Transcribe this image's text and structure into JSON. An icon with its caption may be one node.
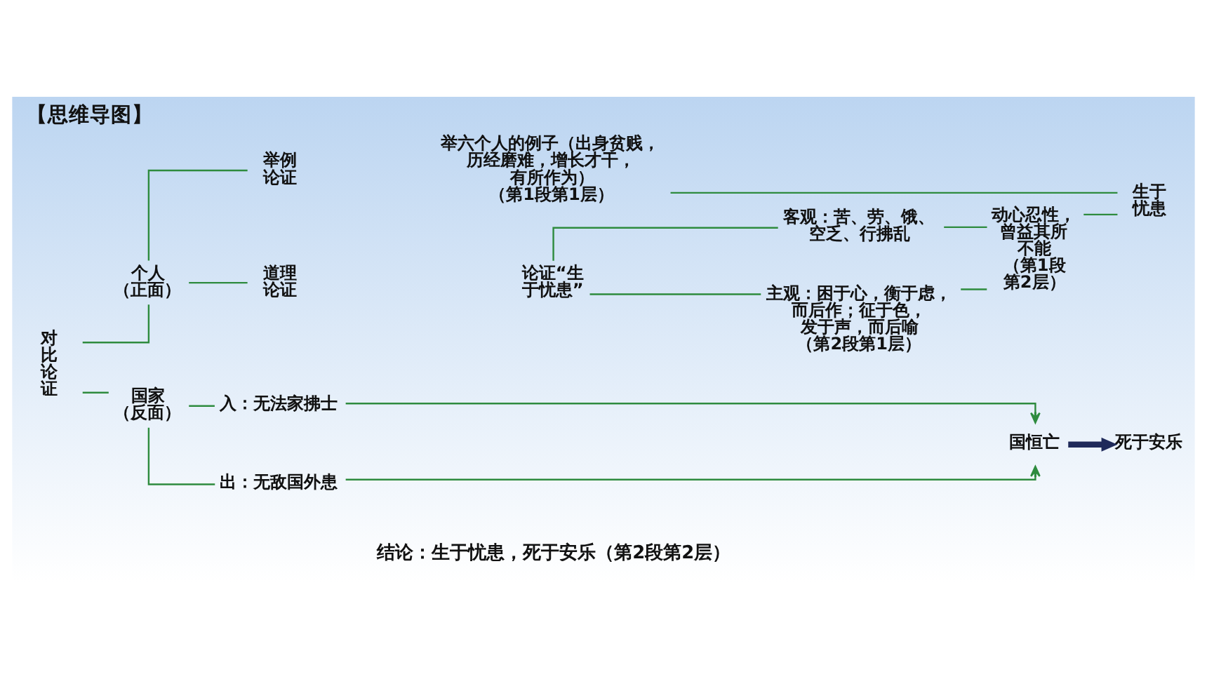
{
  "diagram": {
    "title": "【思维导图】",
    "nodes": [
      {
        "text": [
          "对比论证"
        ]
      },
      {
        "text": [
          "个人（正面）"
        ]
      },
      {
        "text": [
          "举例论证"
        ]
      },
      {
        "text": [
          "举六个人的例子（出身贫贱，历经磨难，增长才干，有所作为）",
          "（第1段第1层）"
        ]
      },
      {
        "text": [
          "道理论证"
        ]
      },
      {
        "text": [
          "论证“生于忧患”"
        ]
      },
      {
        "text": [
          "客观：苦、劳、饿、空乏、行拂乱"
        ]
      },
      {
        "text": [
          "主观：困于心，衡于虑，而后作；征于色，发于声，而后喻",
          "（第2段第1层）"
        ]
      },
      {
        "text": [
          "动心忍性，曾益其所不能",
          "（第1段第2层）"
        ]
      },
      {
        "text": [
          "生于忧患"
        ]
      },
      {
        "text": [
          "国家（反面）"
        ]
      },
      {
        "text": [
          "入：无法家拂士"
        ]
      },
      {
        "text": [
          "出：无敌国外患"
        ]
      },
      {
        "text": [
          "国恒亡"
        ]
      },
      {
        "text": [
          "死于安乐"
        ]
      }
    ],
    "edges": [
      {
        "from": 0,
        "to": 1,
        "arrow": "none"
      },
      {
        "from": 0,
        "to": 10,
        "arrow": "none"
      },
      {
        "from": 1,
        "to": 2,
        "arrow": "none"
      },
      {
        "from": 1,
        "to": 4,
        "arrow": "none"
      },
      {
        "from": 5,
        "to": 6,
        "arrow": "none"
      },
      {
        "from": 5,
        "to": 7,
        "arrow": "none"
      },
      {
        "from": 6,
        "to": 8,
        "arrow": "none"
      },
      {
        "from": 7,
        "to": 8,
        "arrow": "none"
      },
      {
        "from": 3,
        "to": 9,
        "arrow": "none"
      },
      {
        "from": 8,
        "to": 9,
        "arrow": "none"
      },
      {
        "from": 10,
        "to": 11,
        "arrow": "none"
      },
      {
        "from": 10,
        "to": 12,
        "arrow": "none"
      },
      {
        "from": 11,
        "to": 13,
        "arrow": "to"
      },
      {
        "from": 12,
        "to": 13,
        "arrow": "to"
      },
      {
        "from": 13,
        "to": 14,
        "arrow": "to",
        "style": "thick",
        "color": "#1f2a5a"
      }
    ],
    "labels": [
      "结论：生于忧患，死于安乐（第2段第2层）"
    ]
  }
}
